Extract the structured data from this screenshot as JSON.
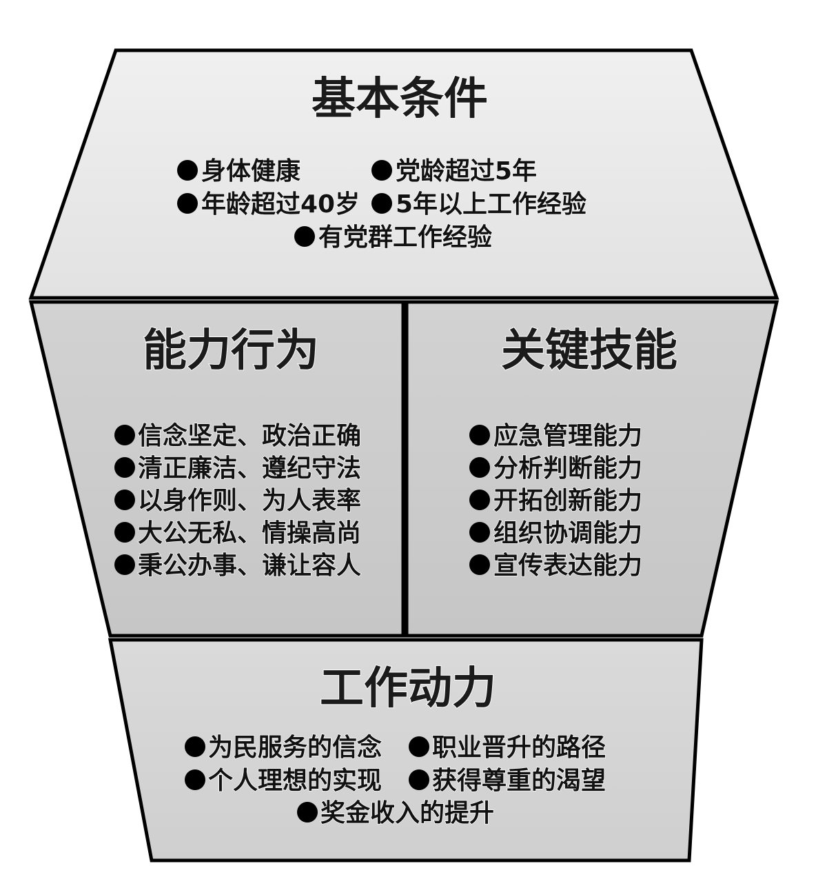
{
  "panels": {
    "basic_conditions": {
      "title": "基本条件",
      "items": [
        "身体健康",
        "党龄超过5年",
        "年龄超过40岁",
        "5年以上工作经验",
        "有党群工作经验"
      ]
    },
    "capability_behavior": {
      "title": "能力行为",
      "items": [
        "信念坚定、政治正确",
        "清正廉洁、遵纪守法",
        "以身作则、为人表率",
        "大公无私、情操高尚",
        "秉公办事、谦让容人"
      ]
    },
    "key_skills": {
      "title": "关键技能",
      "items": [
        "应急管理能力",
        "分析判断能力",
        "开拓创新能力",
        "组织协调能力",
        "宣传表达能力"
      ]
    },
    "work_motivation": {
      "title": "工作动力",
      "items": [
        "为民服务的信念",
        "职业晋升的路径",
        "个人理想的实现",
        "获得尊重的渴望",
        "奖金收入的提升"
      ]
    }
  },
  "colors": {
    "top_fill": "#e8e8e8",
    "middle_fill": "#cdcdcd",
    "bottom_fill": "#d6d6d6",
    "outline": "#000000",
    "text": "#111111"
  }
}
